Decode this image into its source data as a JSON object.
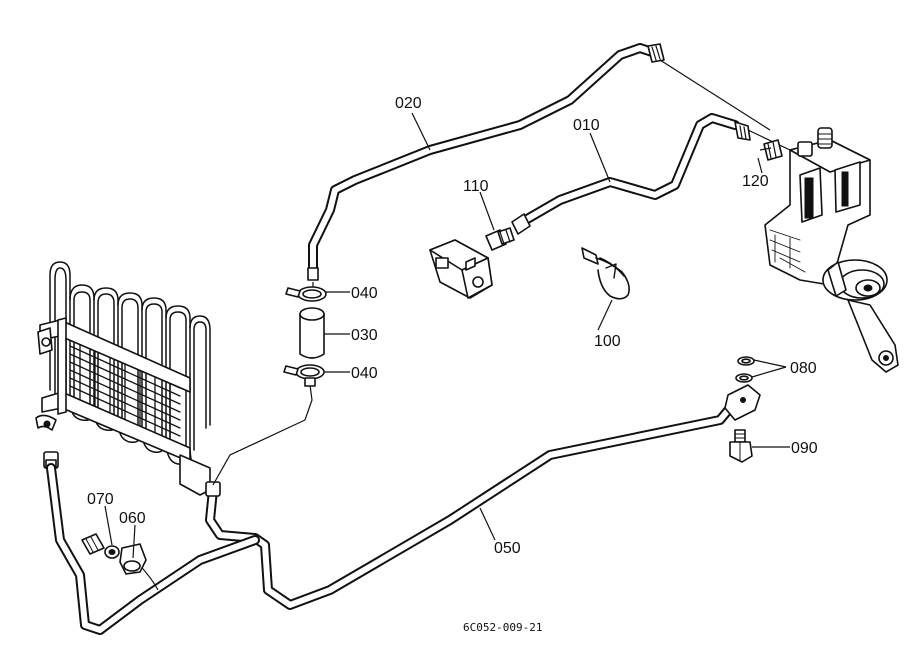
{
  "parts": [
    {
      "id": "p010",
      "label": "010"
    },
    {
      "id": "p020",
      "label": "020"
    },
    {
      "id": "p030",
      "label": "030"
    },
    {
      "id": "p040a",
      "label": "040"
    },
    {
      "id": "p040b",
      "label": "040"
    },
    {
      "id": "p050",
      "label": "050"
    },
    {
      "id": "p060",
      "label": "060"
    },
    {
      "id": "p070",
      "label": "070"
    },
    {
      "id": "p080",
      "label": "080"
    },
    {
      "id": "p090",
      "label": "090"
    },
    {
      "id": "p100",
      "label": "100"
    },
    {
      "id": "p110",
      "label": "110"
    },
    {
      "id": "p120",
      "label": "120"
    }
  ],
  "diagram_code": "6C052-009-21"
}
